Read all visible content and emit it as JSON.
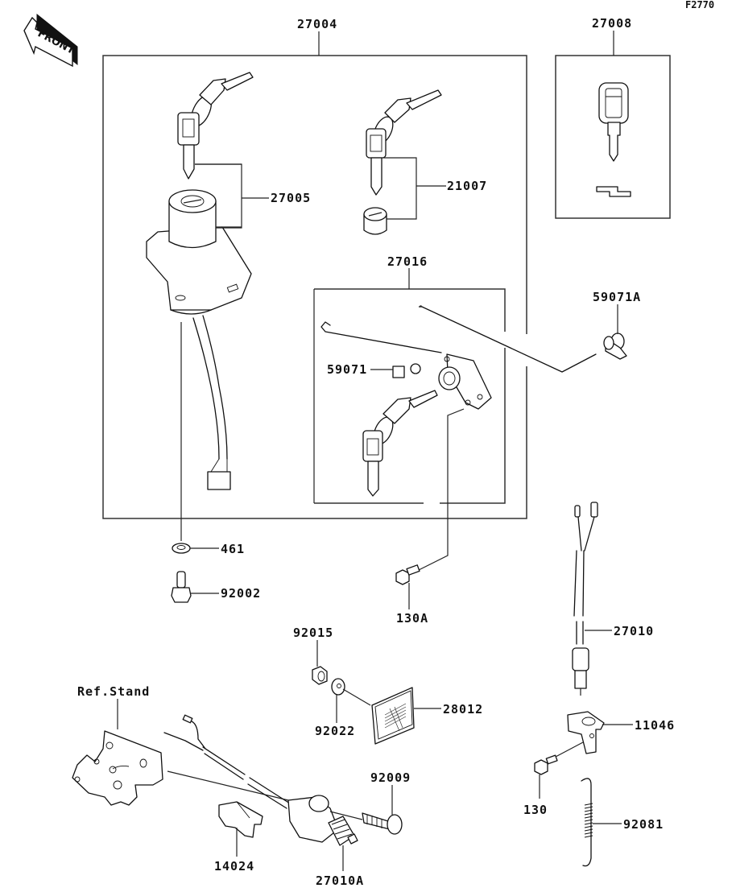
{
  "figure_id": "F2770",
  "front_indicator": {
    "label": "FRONT",
    "icon": "front-arrow-icon"
  },
  "groups": [
    {
      "part": "27004",
      "description": "assembly box containing ignition switch and seat lock"
    },
    {
      "part": "27016",
      "description": "sub-assembly box containing seat lock"
    },
    {
      "part": "27008",
      "description": "key blank box"
    }
  ],
  "labels": {
    "p27004": "27004",
    "p27008": "27008",
    "p27005": "27005",
    "p21007": "21007",
    "p27016": "27016",
    "p59071A": "59071A",
    "p59071": "59071",
    "p461": "461",
    "p92002": "92002",
    "p130A": "130A",
    "p92015": "92015",
    "p92022": "92022",
    "p28012": "28012",
    "p27010": "27010",
    "p11046": "11046",
    "p130": "130",
    "p92081": "92081",
    "p92009": "92009",
    "p14024": "14024",
    "p27010A": "27010A",
    "ref_stand": "Ref.Stand"
  }
}
